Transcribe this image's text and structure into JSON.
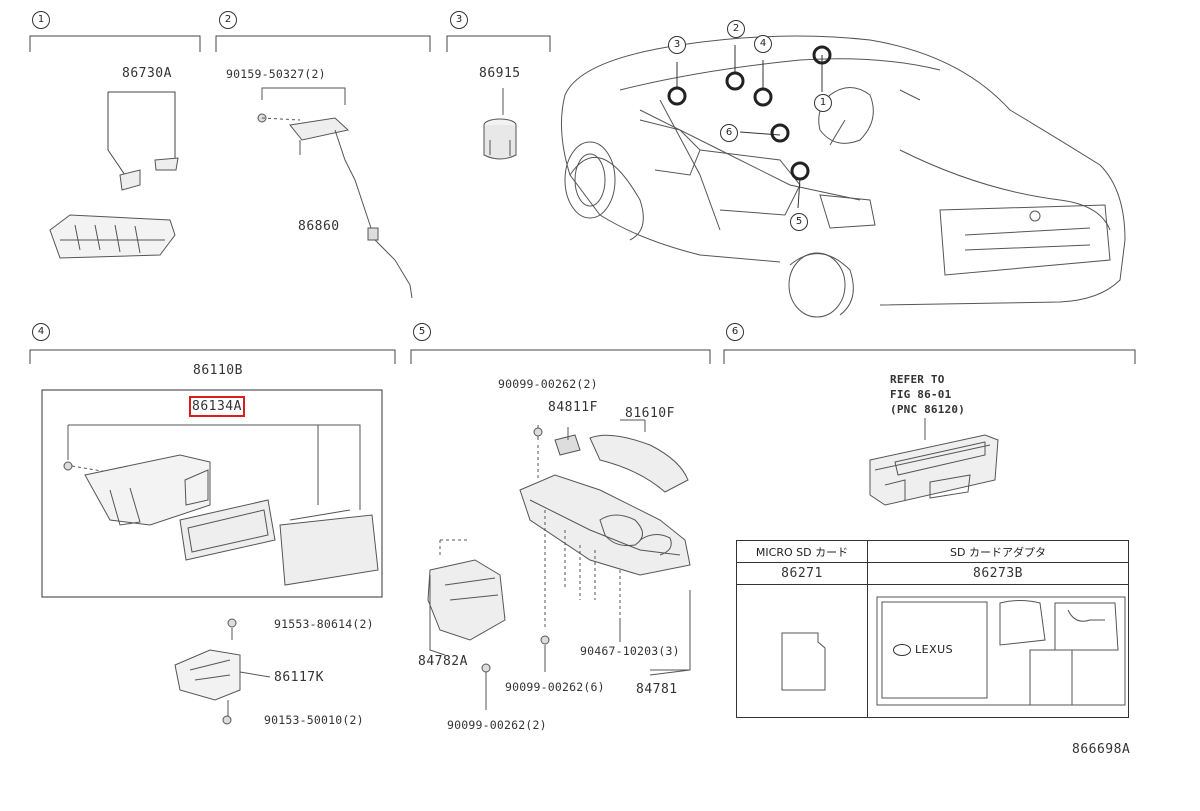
{
  "sections": [
    {
      "num": "1"
    },
    {
      "num": "2"
    },
    {
      "num": "3"
    },
    {
      "num": "4"
    },
    {
      "num": "5"
    },
    {
      "num": "6"
    }
  ],
  "car_callouts": [
    "3",
    "2",
    "4",
    "1",
    "6",
    "5"
  ],
  "parts": {
    "p86730A": "86730A",
    "p90159": "90159-50327(2)",
    "p86860": "86860",
    "p86915": "86915",
    "p86110B": "86110B",
    "p86134A": "86134A",
    "p91553": "91553-80614(2)",
    "p86117K": "86117K",
    "p90153": "90153-50010(2)",
    "p90099a": "90099-00262(2)",
    "p84811F": "84811F",
    "p81610F": "81610F",
    "p84782A": "84782A",
    "p90099b": "90099-00262(6)",
    "p90467": "90467-10203(3)",
    "p84781": "84781",
    "p90099c": "90099-00262(2)"
  },
  "refer": {
    "line1": "REFER TO",
    "line2": "FIG 86-01",
    "line3": "(PNC 86120)"
  },
  "table": {
    "col1_header": "MICRO SD カード",
    "col2_header": "SD カードアダプタ",
    "col1_part": "86271",
    "col2_part": "86273B",
    "logo": "LEXUS"
  },
  "figure_id": "866698A"
}
